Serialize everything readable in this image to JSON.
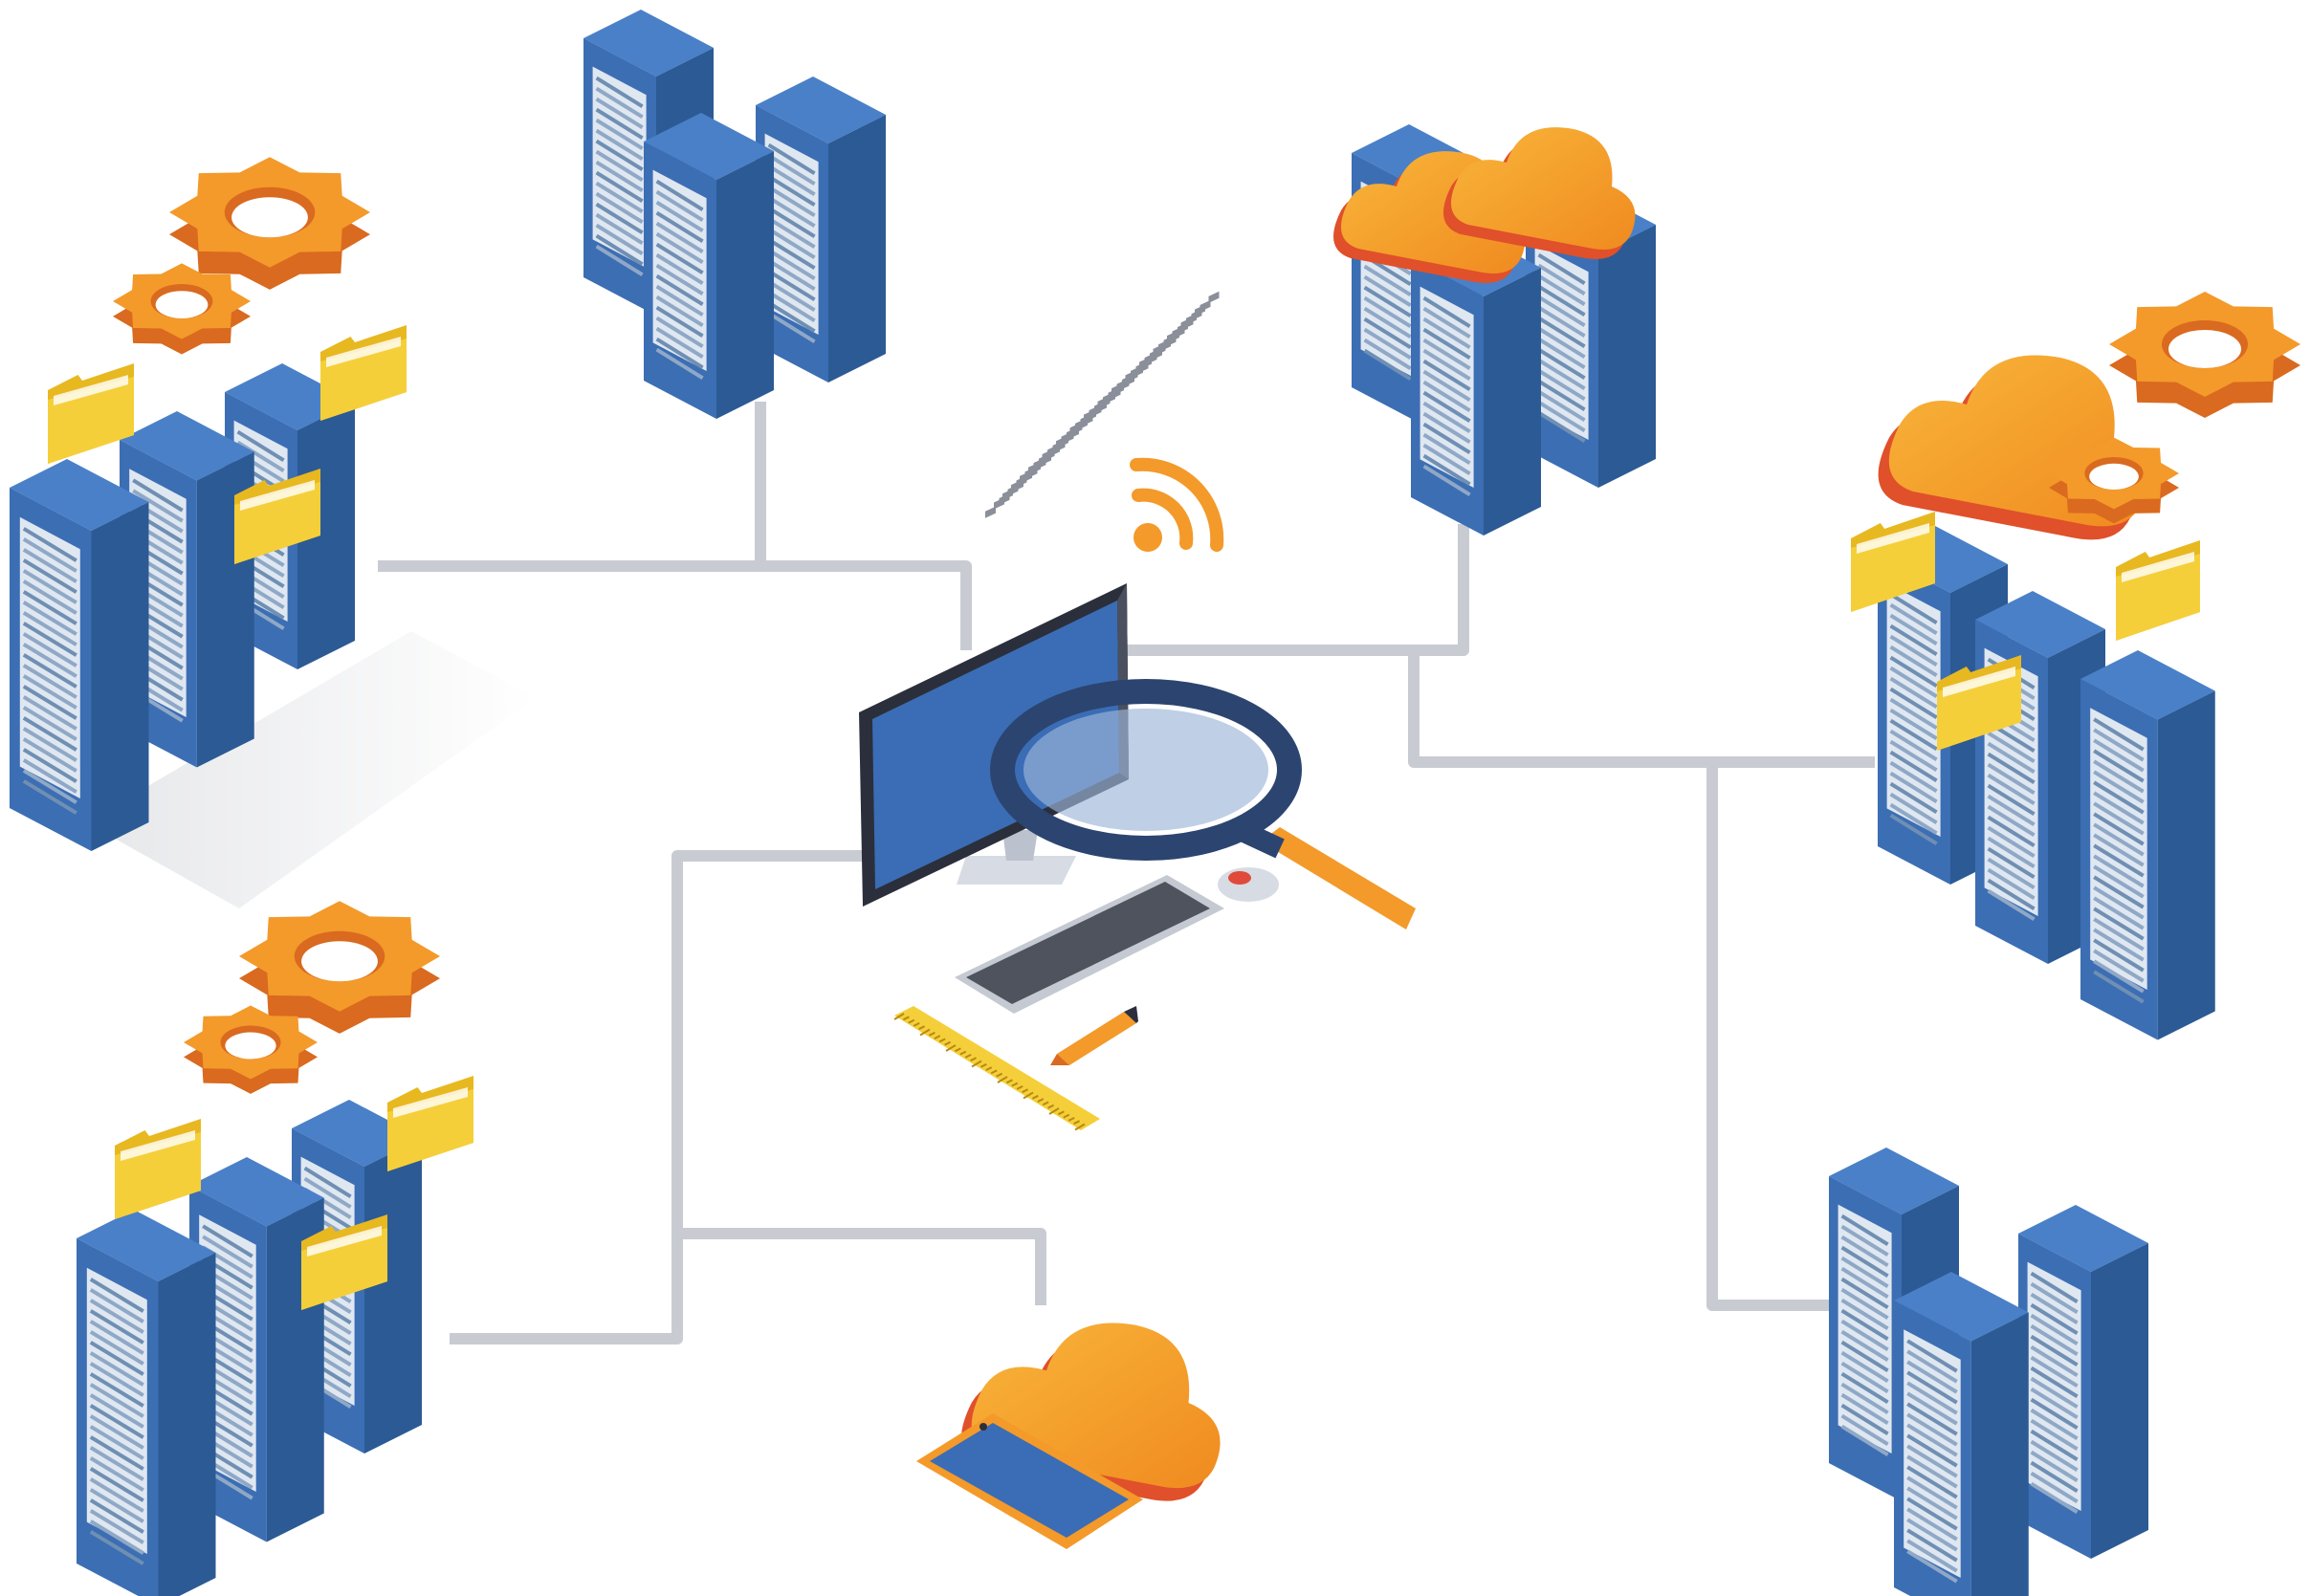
{
  "diagram": {
    "nodes": [
      {
        "id": "left-server-cluster",
        "icons": [
          "gear-icon",
          "gear-icon",
          "folder-icon",
          "folder-icon",
          "folder-icon"
        ]
      },
      {
        "id": "top-server-cluster",
        "icons": []
      },
      {
        "id": "cloud-server-cluster",
        "icons": [
          "cloud-icon",
          "cloud-icon"
        ]
      },
      {
        "id": "right-server-cluster",
        "icons": [
          "cloud-icon",
          "gear-icon",
          "gear-icon",
          "folder-icon",
          "folder-icon",
          "folder-icon"
        ]
      },
      {
        "id": "bottom-left-server-cluster",
        "icons": [
          "gear-icon",
          "gear-icon",
          "folder-icon",
          "folder-icon",
          "folder-icon"
        ]
      },
      {
        "id": "bottom-right-server-cluster",
        "icons": []
      },
      {
        "id": "tablet-cloud",
        "icons": [
          "cloud-icon",
          "tablet-icon"
        ]
      },
      {
        "id": "central-workstation",
        "icons": [
          "monitor-icon",
          "magnifier-icon",
          "wifi-icon",
          "keyboard-icon",
          "mouse-icon",
          "ruler-icon",
          "pen-icon"
        ]
      }
    ],
    "connections": [
      [
        "central-workstation",
        "left-server-cluster"
      ],
      [
        "central-workstation",
        "top-server-cluster"
      ],
      [
        "central-workstation",
        "cloud-server-cluster"
      ],
      [
        "central-workstation",
        "right-server-cluster"
      ],
      [
        "central-workstation",
        "bottom-right-server-cluster"
      ],
      [
        "central-workstation",
        "bottom-left-server-cluster"
      ],
      [
        "central-workstation",
        "tablet-cloud"
      ]
    ],
    "colors": {
      "server_front": "#3c6eb4",
      "server_side": "#2c5a94",
      "server_top": "#4a80c8",
      "gear": "#f39a2a",
      "gear_dark": "#d96a1f",
      "cloud": "#f7a030",
      "cloud_dark": "#e0502a",
      "folder": "#f5cf3a",
      "connector": "#c8cbd2",
      "screen": "#3a6db5"
    }
  }
}
